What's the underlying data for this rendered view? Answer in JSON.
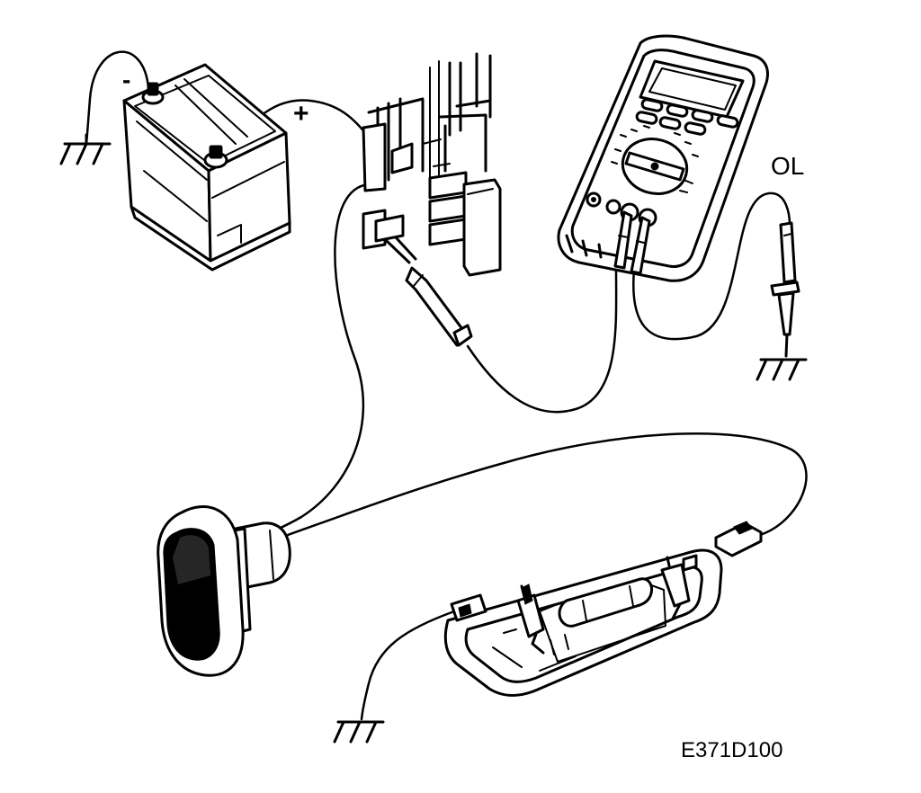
{
  "labels": {
    "battery_negative": "-",
    "battery_positive": "+",
    "meter_reading": "OL",
    "figure_code": "E371D100"
  },
  "components": [
    {
      "name": "battery",
      "icon": "battery-icon"
    },
    {
      "name": "fuse-box",
      "icon": "fuse-box-icon"
    },
    {
      "name": "multimeter",
      "icon": "multimeter-icon"
    },
    {
      "name": "switch",
      "icon": "switch-icon"
    },
    {
      "name": "interior-lamp",
      "icon": "lamp-icon"
    },
    {
      "name": "ground",
      "icon": "ground-icon"
    }
  ]
}
